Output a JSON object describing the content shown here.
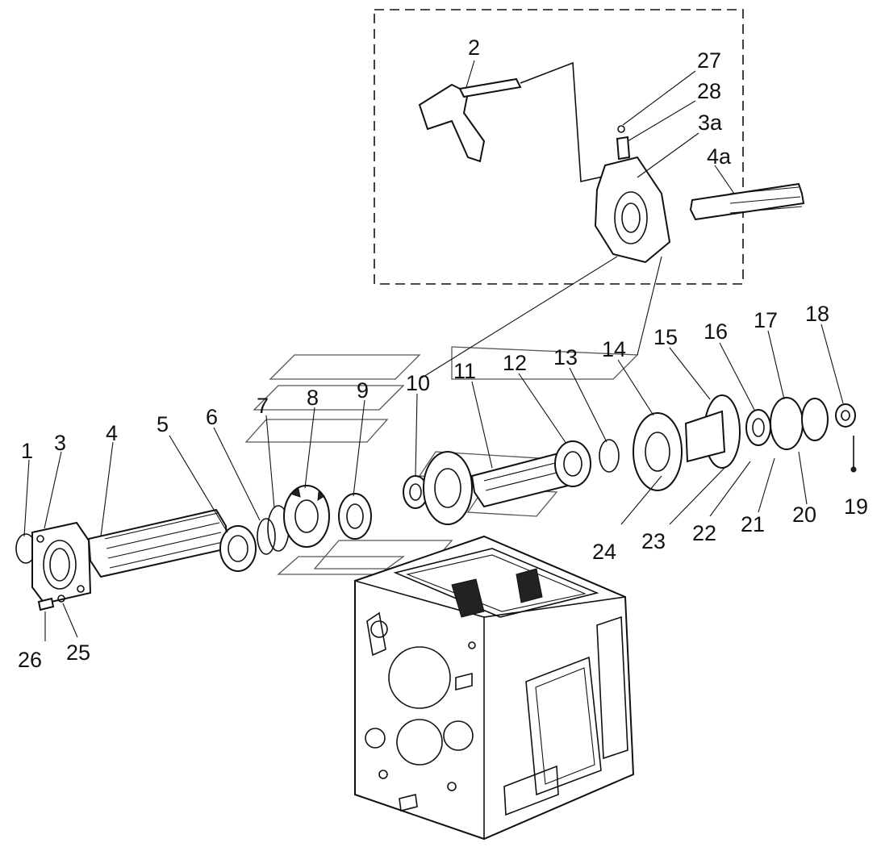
{
  "diagram": {
    "labels": {
      "l1": "1",
      "l2": "2",
      "l3": "3",
      "l4": "4",
      "l5": "5",
      "l6": "6",
      "l7": "7",
      "l8": "8",
      "l9": "9",
      "l10": "10",
      "l11": "11",
      "l12": "12",
      "l13": "13",
      "l14": "14",
      "l15": "15",
      "l16": "16",
      "l17": "17",
      "l18": "18",
      "l19": "19",
      "l20": "20",
      "l21": "21",
      "l22": "22",
      "l23": "23",
      "l24": "24",
      "l25": "25",
      "l26": "26",
      "l27": "27",
      "l28": "28",
      "l3a": "3a",
      "l4a": "4a"
    }
  }
}
